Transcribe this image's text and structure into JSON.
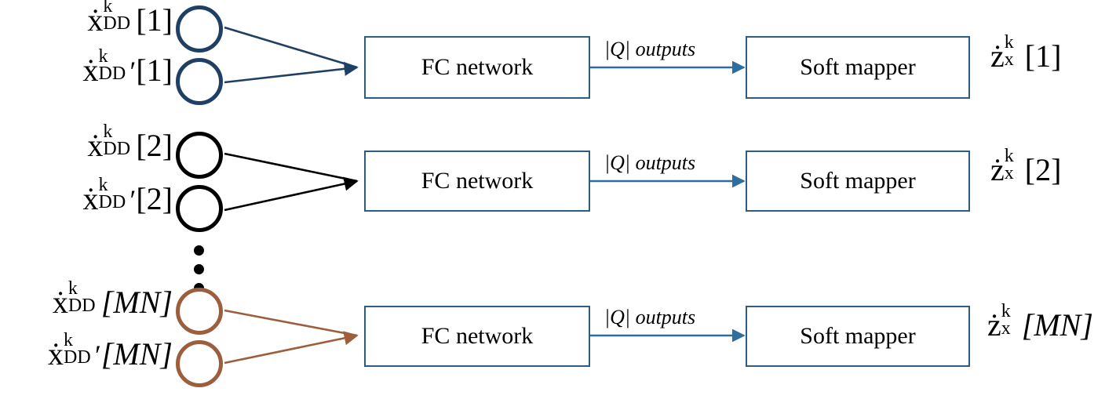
{
  "diagram": {
    "title": "Per-subcarrier FC network and soft mapper chain",
    "colors": {
      "row1_accent": "#1F4064",
      "row2_accent": "#000000",
      "row3_accent": "#9C5E3C",
      "block_border": "#2E5C7E",
      "signal_arrow": "#2E6E9E",
      "background": "#FFFFFF",
      "text": "#000000"
    },
    "rows": [
      {
        "id": "row-1",
        "index": "1",
        "accent": "#1F4064",
        "inputs": [
          {
            "base": "x",
            "dot": true,
            "sup": "k",
            "sub": "DD",
            "prime": false,
            "index": "[1]"
          },
          {
            "base": "x",
            "dot": true,
            "sup": "k",
            "sub": "DD",
            "prime": true,
            "index": "[1]"
          }
        ],
        "fc_block_label": "FC network",
        "signal_label": "|Q| outputs",
        "mapper_block_label": "Soft mapper",
        "output": {
          "base": "z",
          "dot": true,
          "sup": "k",
          "sub": "x",
          "index": "[1]",
          "index_italic": false
        }
      },
      {
        "id": "row-2",
        "index": "2",
        "accent": "#000000",
        "inputs": [
          {
            "base": "x",
            "dot": true,
            "sup": "k",
            "sub": "DD",
            "prime": false,
            "index": "[2]"
          },
          {
            "base": "x",
            "dot": true,
            "sup": "k",
            "sub": "DD",
            "prime": true,
            "index": "[2]"
          }
        ],
        "fc_block_label": "FC network",
        "signal_label": "|Q| outputs",
        "mapper_block_label": "Soft mapper",
        "output": {
          "base": "z",
          "dot": true,
          "sup": "k",
          "sub": "x",
          "index": "[2]",
          "index_italic": false
        }
      },
      {
        "id": "row-3",
        "index": "MN",
        "accent": "#9C5E3C",
        "inputs": [
          {
            "base": "x",
            "dot": true,
            "sup": "k",
            "sub": "DD",
            "prime": false,
            "index": "[MN]"
          },
          {
            "base": "x",
            "dot": true,
            "sup": "k",
            "sub": "DD",
            "prime": true,
            "index": "[MN]"
          }
        ],
        "fc_block_label": "FC network",
        "signal_label": "|Q| outputs",
        "mapper_block_label": "Soft mapper",
        "output": {
          "base": "z",
          "dot": true,
          "sup": "k",
          "sub": "x",
          "index": "[MN]",
          "index_italic": true
        }
      }
    ],
    "ellipsis": {
      "glyph": "vertical-ellipsis",
      "dots": 3
    },
    "labels": {
      "r1_in_top": "ẋ",
      "r1_in_bot": "ẋ",
      "sup_k": "k",
      "sub_DD": "DD",
      "sub_x": "x",
      "prime_mark": "′",
      "idx_1": "[1]",
      "idx_2": "[2]",
      "idx_MN": "[MN]",
      "out_base": "ż",
      "fc": "FC network",
      "mapper": "Soft mapper",
      "q_outputs": "|Q| outputs"
    }
  }
}
